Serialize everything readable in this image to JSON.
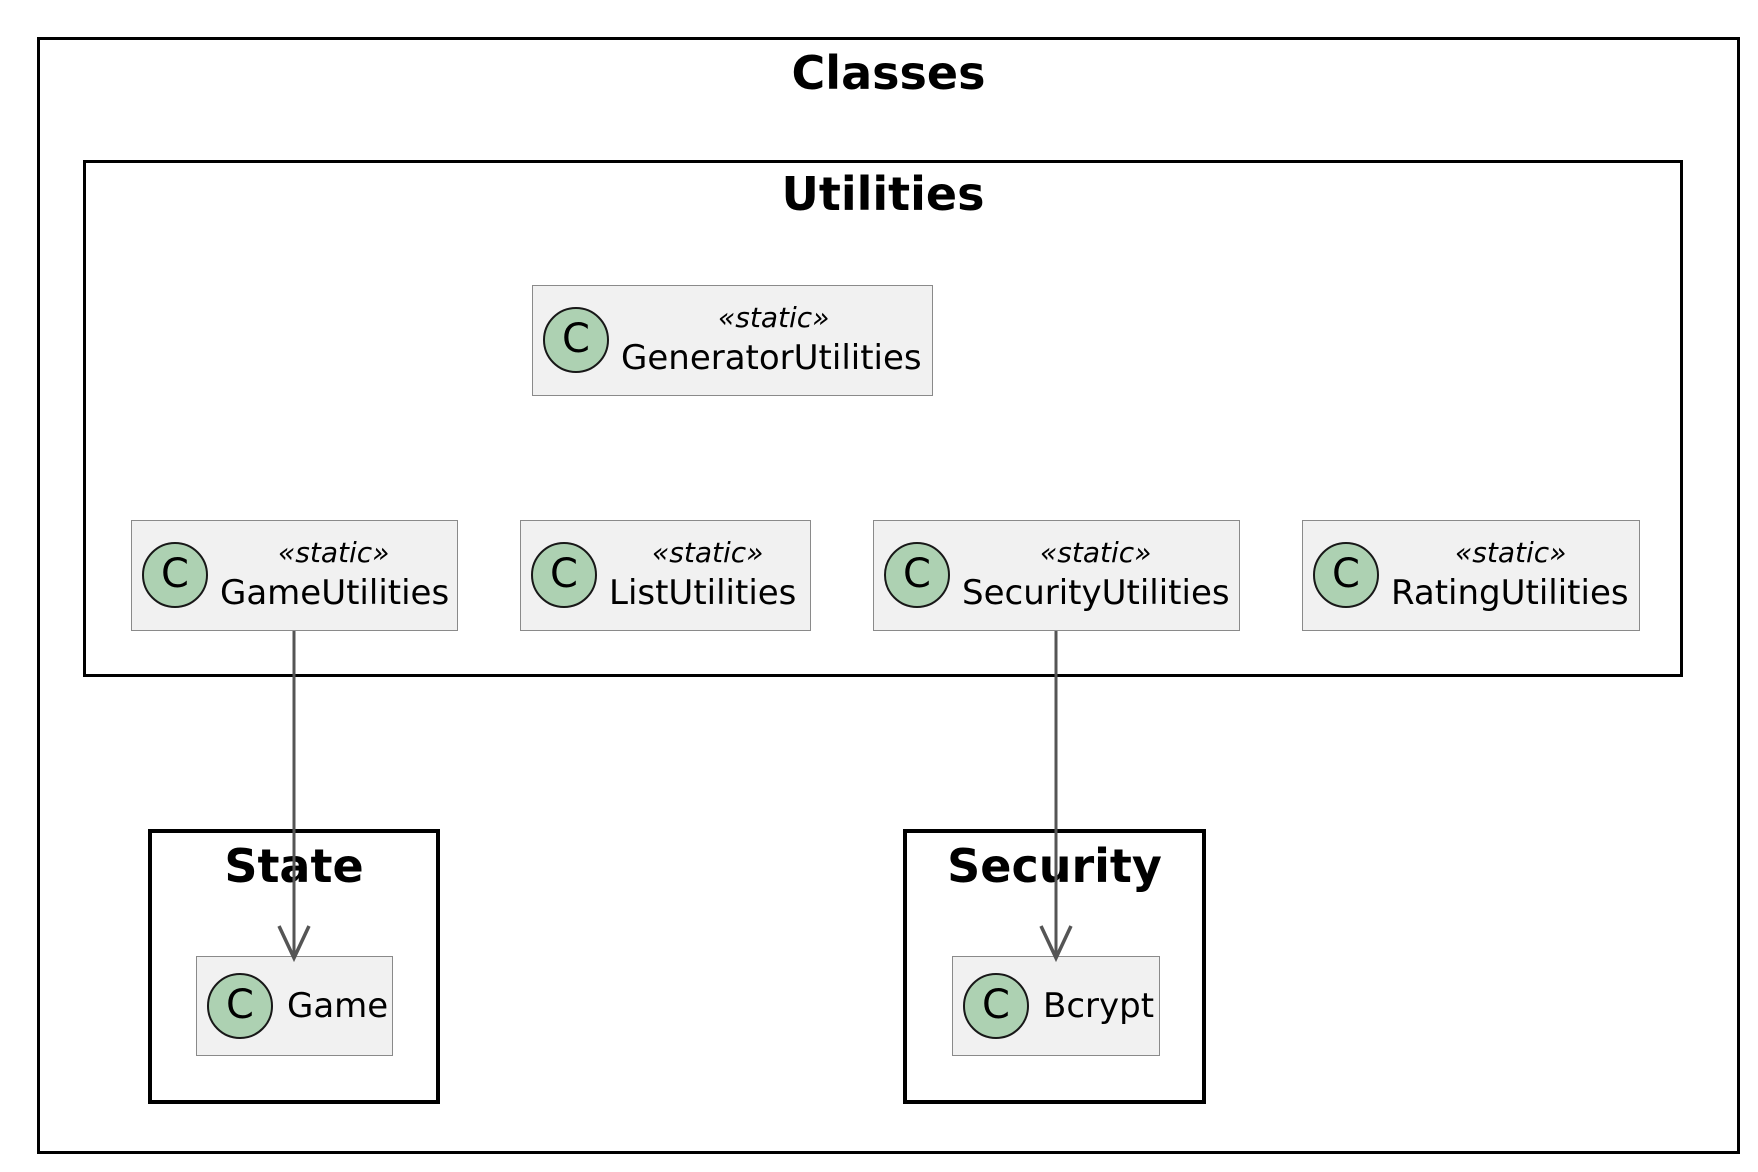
{
  "packages": {
    "classes": {
      "title": "Classes"
    },
    "utilities": {
      "title": "Utilities"
    },
    "state": {
      "title": "State"
    },
    "security": {
      "title": "Security"
    }
  },
  "classes": {
    "generator": {
      "icon": "C",
      "stereotype": "«static»",
      "name": "GeneratorUtilities"
    },
    "game_utilities": {
      "icon": "C",
      "stereotype": "«static»",
      "name": "GameUtilities"
    },
    "list_utilities": {
      "icon": "C",
      "stereotype": "«static»",
      "name": "ListUtilities"
    },
    "security_utilities": {
      "icon": "C",
      "stereotype": "«static»",
      "name": "SecurityUtilities"
    },
    "rating_utilities": {
      "icon": "C",
      "stereotype": "«static»",
      "name": "RatingUtilities"
    },
    "game": {
      "icon": "C",
      "name": "Game"
    },
    "bcrypt": {
      "icon": "C",
      "name": "Bcrypt"
    }
  },
  "relations": [
    {
      "from": "GameUtilities",
      "to": "Game",
      "type": "dependency-arrow"
    },
    {
      "from": "SecurityUtilities",
      "to": "Bcrypt",
      "type": "dependency-arrow"
    }
  ],
  "colors": {
    "class_icon_fill": "#add1b2",
    "class_box_fill": "#f1f1f1",
    "class_box_border": "#8a8a8a",
    "arrow": "#555555"
  },
  "icons": {
    "class_marker": "class-icon"
  }
}
